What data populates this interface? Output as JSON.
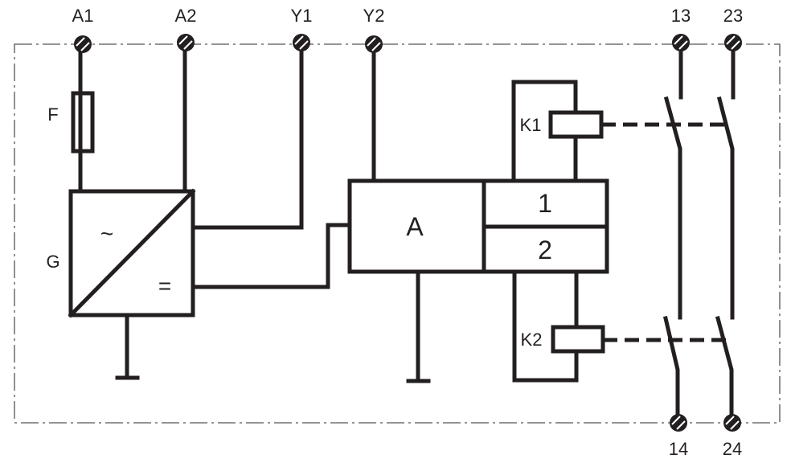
{
  "diagram": {
    "title": "",
    "terminals": {
      "A1": "A1",
      "A2": "A2",
      "Y1": "Y1",
      "Y2": "Y2",
      "t13": "13",
      "t23": "23",
      "t14": "14",
      "t24": "24"
    },
    "components": {
      "fuse": "F",
      "power_supply": "G",
      "ps_input_symbol": "~",
      "ps_output_symbol": "=",
      "logic_unit": "A",
      "channel_1": "1",
      "channel_2": "2",
      "relay_1": "K1",
      "relay_2": "K2"
    },
    "colors": {
      "line": "#231f20",
      "border": "#555555",
      "background": "#ffffff"
    }
  }
}
